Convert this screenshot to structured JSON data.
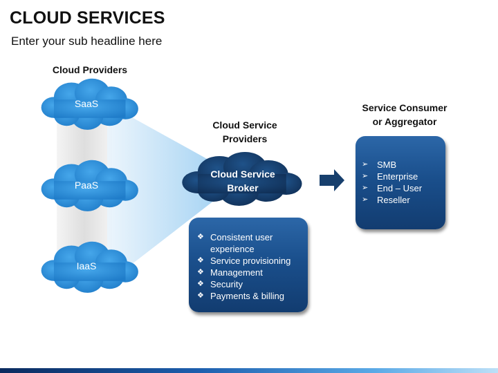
{
  "slide": {
    "title": "CLOUD SERVICES",
    "subtitle": "Enter your sub headline here"
  },
  "providers": {
    "heading": "Cloud Providers",
    "clouds": [
      "SaaS",
      "PaaS",
      "IaaS"
    ]
  },
  "broker": {
    "heading_line1": "Cloud Service",
    "heading_line2": "Providers",
    "label_line1": "Cloud Service",
    "label_line2": "Broker"
  },
  "features": {
    "items": [
      "Consistent user experience",
      "Service provisioning",
      "Management",
      "Security",
      "Payments & billing"
    ]
  },
  "consumer": {
    "heading_line1": "Service Consumer",
    "heading_line2": "or Aggregator",
    "items": [
      "SMB",
      "Enterprise",
      "End – User",
      "Reseller"
    ]
  },
  "colors": {
    "light_cloud": "#2f8fd8",
    "broker_cloud": "#173f6d",
    "panel_blue": "#1a4f8c",
    "arrow": "#173f6d"
  },
  "icons": {
    "feature_bullet": "diamond-bullet-icon",
    "consumer_bullet": "arrow-bullet-icon"
  }
}
